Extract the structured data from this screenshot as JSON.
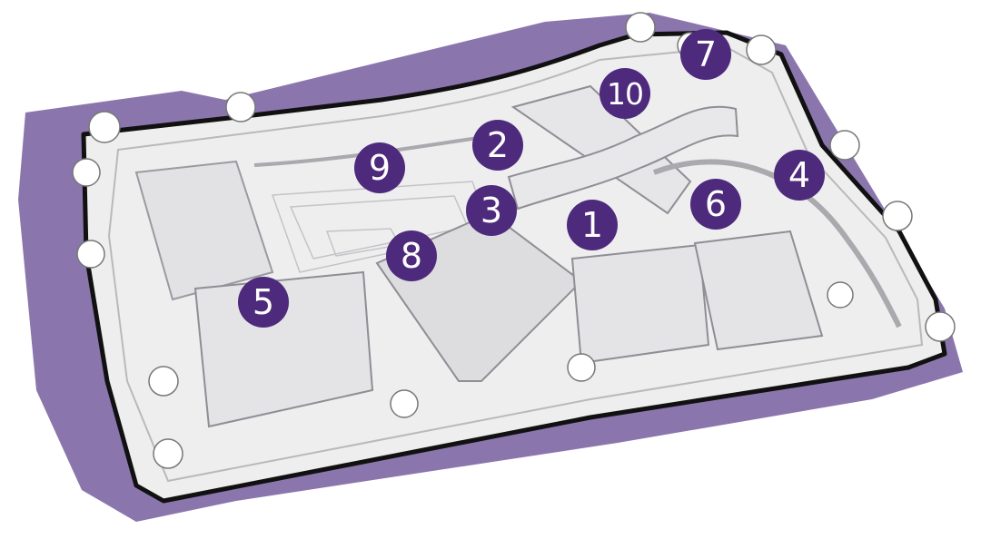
{
  "colors": {
    "marker_fill": "#4d2a7b",
    "marker_text": "#ffffff",
    "shadow": "#8a75ad",
    "outline": "#111111",
    "ground": "#eeeeef",
    "building": "#e2e2e4",
    "line": "#b9b9bd"
  },
  "markers": [
    {
      "label": "1"
    },
    {
      "label": "2"
    },
    {
      "label": "3"
    },
    {
      "label": "4"
    },
    {
      "label": "5"
    },
    {
      "label": "6"
    },
    {
      "label": "7"
    },
    {
      "label": "8"
    },
    {
      "label": "9"
    },
    {
      "label": "10"
    }
  ]
}
